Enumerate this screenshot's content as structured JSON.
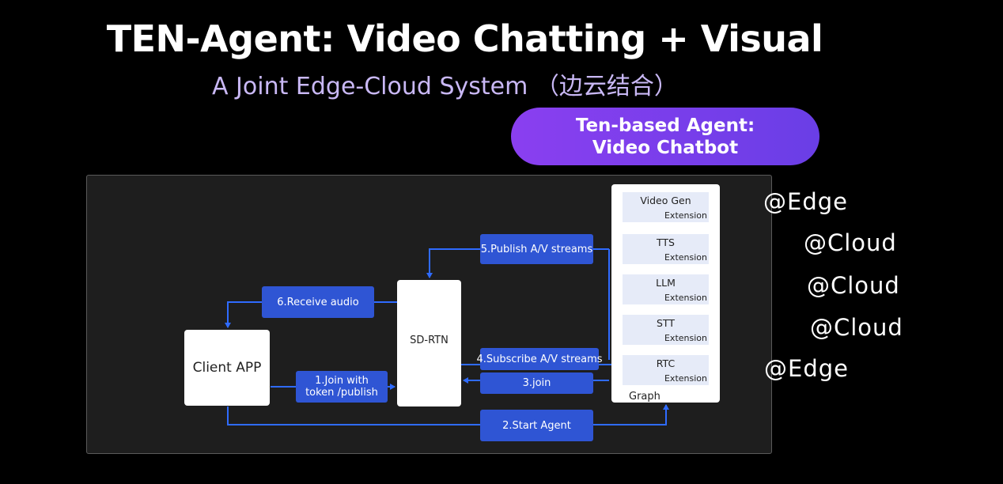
{
  "slide": {
    "title": "TEN-Agent:  Video Chatting + Visual",
    "subtitle": "A Joint Edge-Cloud System （边云结合）",
    "pill_line1": "Ten-based Agent:",
    "pill_line2": "Video Chatbot"
  },
  "diagram": {
    "client_app": "Client APP",
    "sd_rtn": "SD-RTN",
    "graph_label": "Graph",
    "extensions": [
      {
        "name": "Video Gen",
        "suffix": "Extension"
      },
      {
        "name": "TTS",
        "suffix": "Extension"
      },
      {
        "name": "LLM",
        "suffix": "Extension"
      },
      {
        "name": "STT",
        "suffix": "Extension"
      },
      {
        "name": "RTC",
        "suffix": "Extension"
      }
    ],
    "steps": {
      "join_line1": "1.Join with",
      "join_line2": "token /publish",
      "start_agent": "2.Start Agent",
      "join": "3.join",
      "subscribe": "4.Subscribe  A/V  streams",
      "publish": "5.Publish A/V streams",
      "receive": "6.Receive audio"
    }
  },
  "tags": [
    "@Edge",
    "@Cloud",
    "@Cloud",
    "@Cloud",
    "@Edge"
  ],
  "colors": {
    "background": "#000000",
    "accent_purple": "#8a3ff0",
    "step_blue": "#2f55d4",
    "arrow_blue": "#2f6bff",
    "subtitle": "#c9b8f5"
  }
}
